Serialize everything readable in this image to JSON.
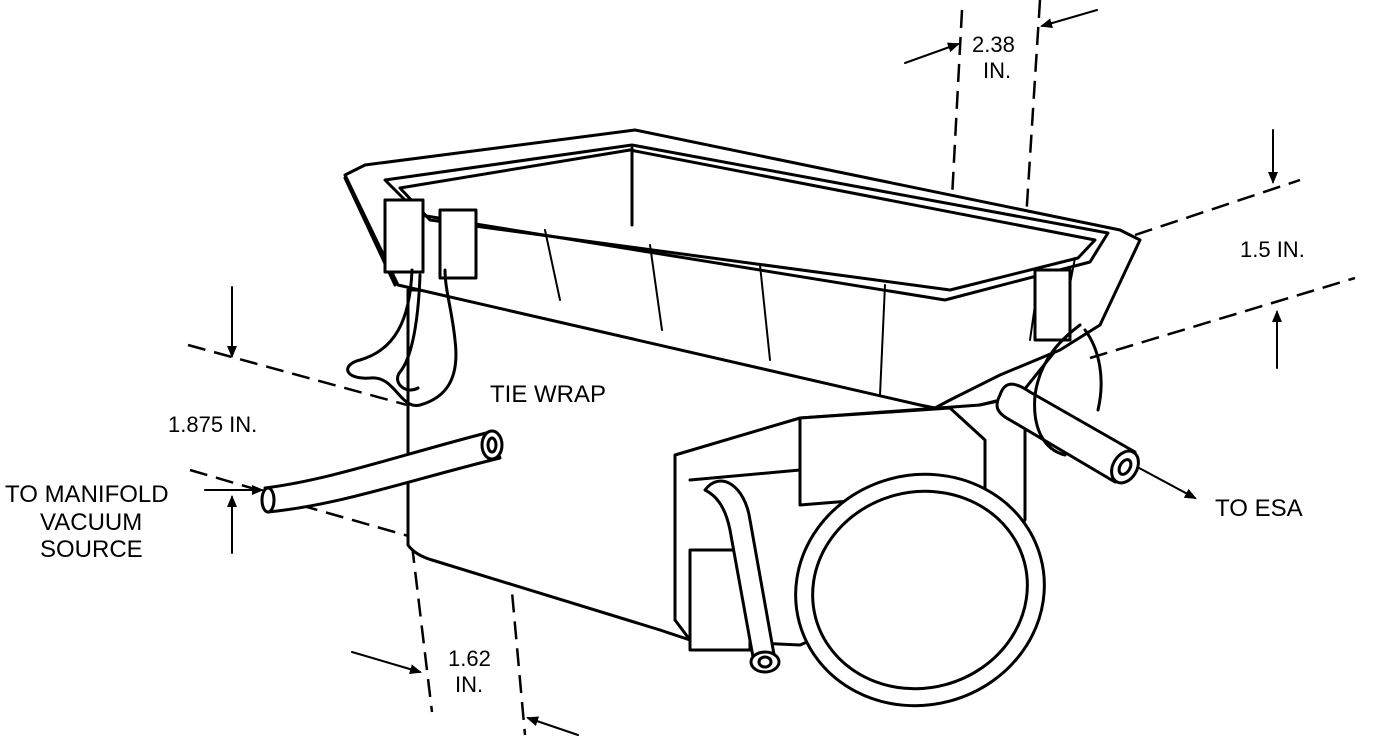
{
  "labels": {
    "dim_top": "2.38",
    "dim_top_unit": "IN.",
    "dim_right": "1.5 IN.",
    "dim_left": "1.875 IN.",
    "tie_wrap": "TIE WRAP",
    "manifold_line1": "TO MANIFOLD",
    "manifold_line2": "VACUUM",
    "manifold_line3": "SOURCE",
    "to_esa": "TO ESA",
    "dim_bottom": "1.62",
    "dim_bottom_unit": "IN."
  }
}
